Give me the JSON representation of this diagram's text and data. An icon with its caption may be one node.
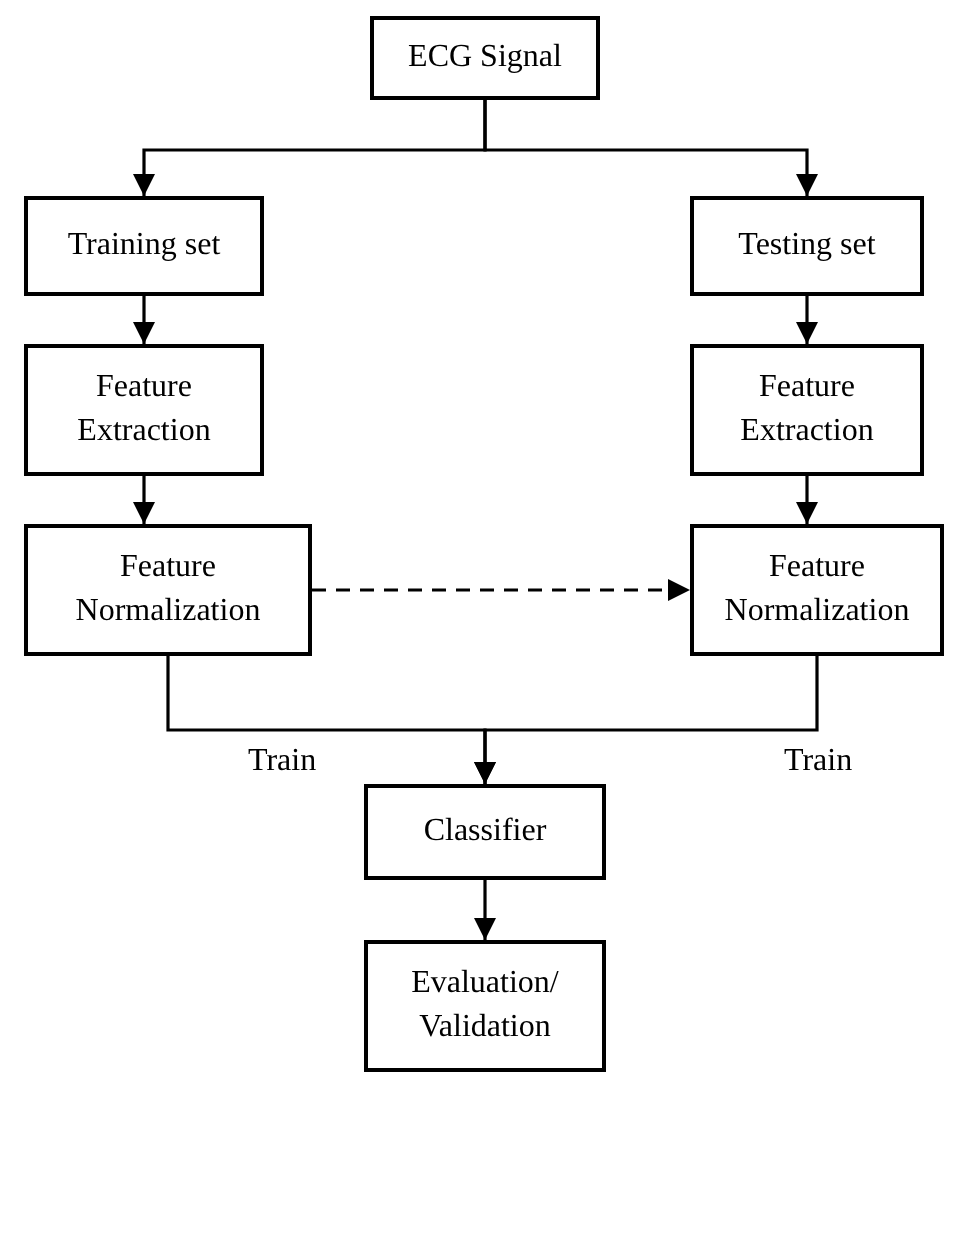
{
  "diagram": {
    "nodes": [
      {
        "text": [
          "ECG Signal"
        ]
      },
      {
        "text": [
          "Training set"
        ]
      },
      {
        "text": [
          "Testing set"
        ]
      },
      {
        "text": [
          "Feature Extraction"
        ]
      },
      {
        "text": [
          "Feature Extraction"
        ]
      },
      {
        "text": [
          "Feature Normalization"
        ]
      },
      {
        "text": [
          "Feature Normalization"
        ]
      },
      {
        "text": [
          "Classifier"
        ]
      },
      {
        "text": [
          "Evaluation/ Validation"
        ]
      }
    ],
    "edges": [
      {
        "from": 0,
        "to": 1,
        "arrow": "to"
      },
      {
        "from": 0,
        "to": 2,
        "arrow": "to"
      },
      {
        "from": 1,
        "to": 3,
        "arrow": "to"
      },
      {
        "from": 2,
        "to": 4,
        "arrow": "to"
      },
      {
        "from": 3,
        "to": 5,
        "arrow": "to"
      },
      {
        "from": 4,
        "to": 6,
        "arrow": "to"
      },
      {
        "from": 5,
        "to": 6,
        "arrow": "to",
        "style": "dashed"
      },
      {
        "from": 5,
        "to": 7,
        "arrow": "to",
        "label": "Train"
      },
      {
        "from": 6,
        "to": 7,
        "arrow": "to",
        "label": "Train"
      },
      {
        "from": 7,
        "to": 8,
        "arrow": "to"
      }
    ]
  }
}
